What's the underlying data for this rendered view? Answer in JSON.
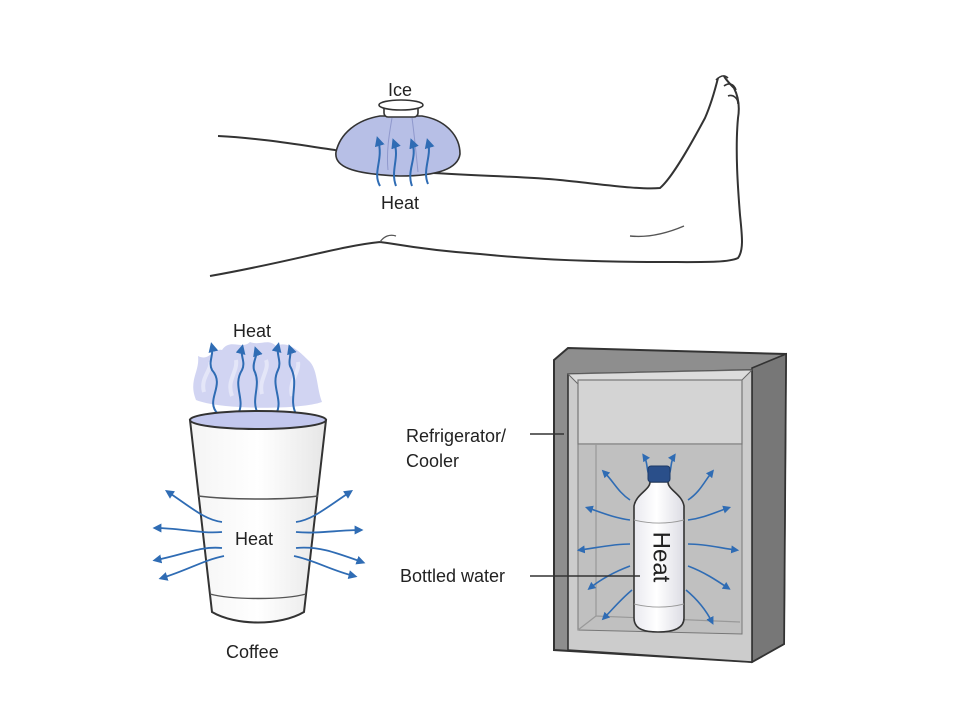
{
  "labels": {
    "ice": "Ice",
    "heat_leg": "Heat",
    "heat_top": "Heat",
    "heat_cup": "Heat",
    "coffee": "Coffee",
    "refrigerator": "Refrigerator/",
    "cooler": "Cooler",
    "bottled_water": "Bottled water",
    "heat_bottle": "Heat"
  },
  "colors": {
    "outline": "#333333",
    "arrow": "#2f6cb4",
    "ice_bag": "#b7bfe6",
    "steam": "#c9cdf0",
    "fridge_outer": "#8e8e8e",
    "fridge_inner": "#cccccc",
    "bottle_cap": "#2a4f8a"
  }
}
